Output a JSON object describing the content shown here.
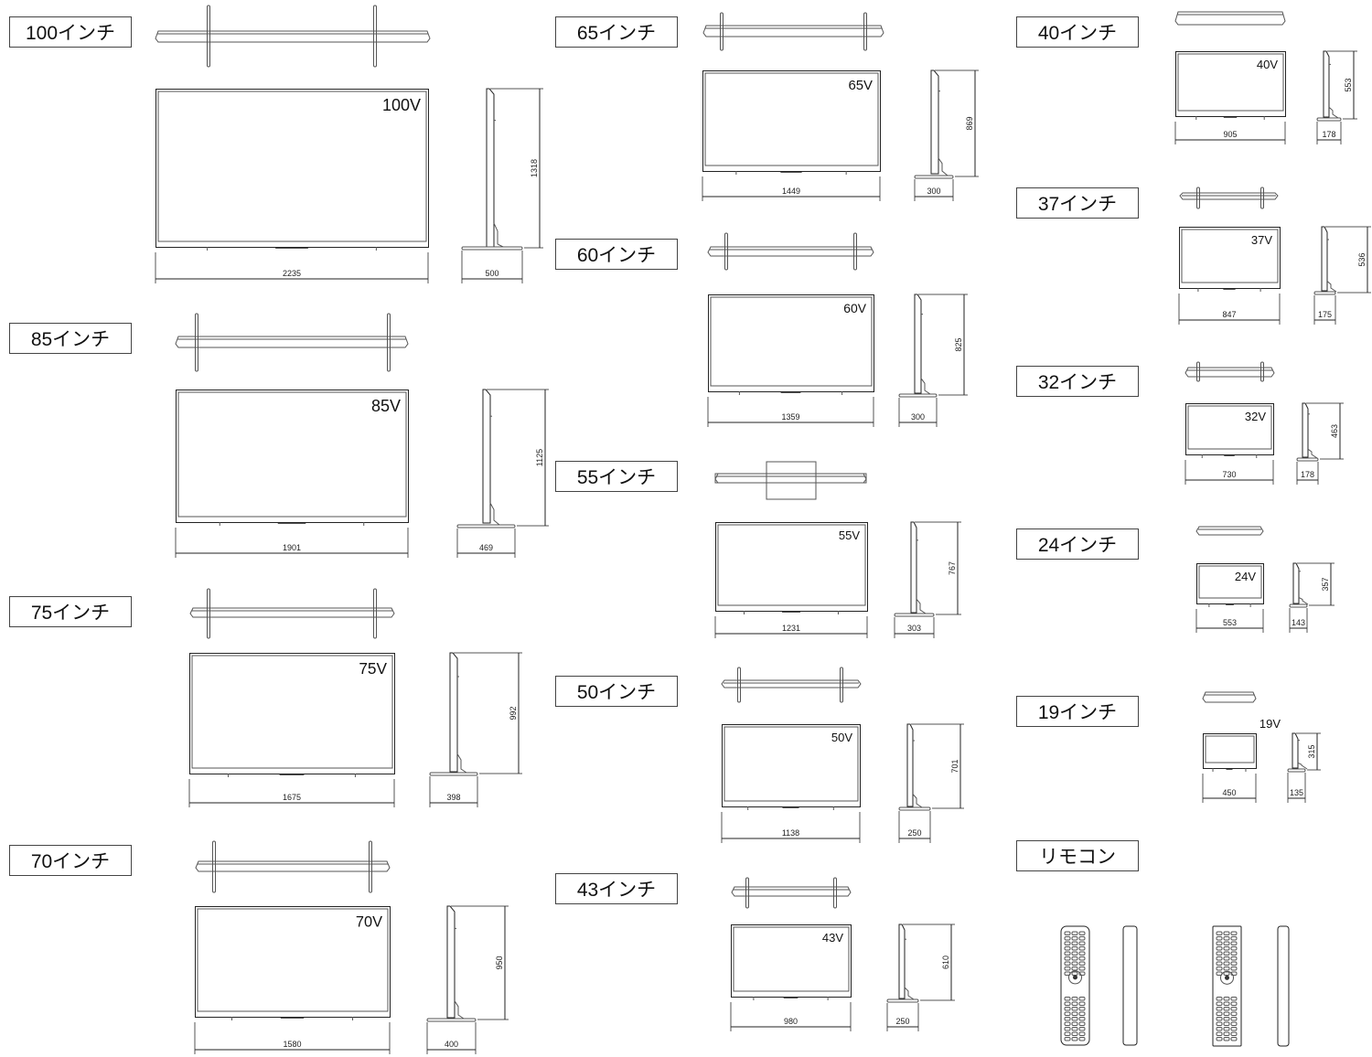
{
  "models": [
    {
      "title": "100インチ",
      "screen": "100V",
      "width": "2235",
      "depth": "500",
      "height": "1318"
    },
    {
      "title": "85インチ",
      "screen": "85V",
      "width": "1901",
      "depth": "469",
      "height": "1125"
    },
    {
      "title": "75インチ",
      "screen": "75V",
      "width": "1675",
      "depth": "398",
      "height": "992"
    },
    {
      "title": "70インチ",
      "screen": "70V",
      "width": "1580",
      "depth": "400",
      "height": "950"
    },
    {
      "title": "65インチ",
      "screen": "65V",
      "width": "1449",
      "depth": "300",
      "height": "869"
    },
    {
      "title": "60インチ",
      "screen": "60V",
      "width": "1359",
      "depth": "300",
      "height": "825"
    },
    {
      "title": "55インチ",
      "screen": "55V",
      "width": "1231",
      "depth": "303",
      "height": "767"
    },
    {
      "title": "50インチ",
      "screen": "50V",
      "width": "1138",
      "depth": "250",
      "height": "701"
    },
    {
      "title": "43インチ",
      "screen": "43V",
      "width": "980",
      "depth": "250",
      "height": "610"
    },
    {
      "title": "40インチ",
      "screen": "40V",
      "width": "905",
      "depth": "178",
      "height": "553"
    },
    {
      "title": "37インチ",
      "screen": "37V",
      "width": "847",
      "depth": "175",
      "height": "536"
    },
    {
      "title": "32インチ",
      "screen": "32V",
      "width": "730",
      "depth": "178",
      "height": "463"
    },
    {
      "title": "24インチ",
      "screen": "24V",
      "width": "553",
      "depth": "143",
      "height": "357"
    },
    {
      "title": "19インチ",
      "screen": "19V",
      "width": "450",
      "depth": "135",
      "height": "315"
    }
  ],
  "remote": {
    "title": "リモコン"
  }
}
